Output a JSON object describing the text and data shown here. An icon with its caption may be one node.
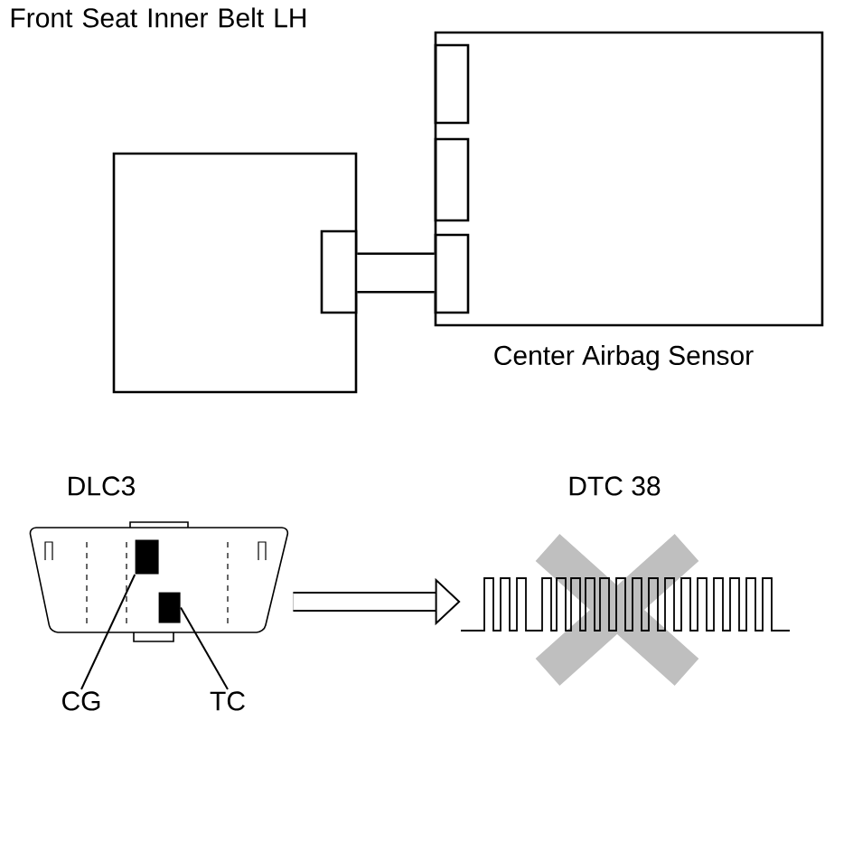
{
  "diagram": {
    "nodes": [
      {
        "text": [
          "Front Seat Inner Belt LH"
        ]
      },
      {
        "text": [
          "Center Airbag Sensor"
        ]
      },
      {
        "text": [
          "DLC3"
        ]
      },
      {
        "text": [
          "CG"
        ]
      },
      {
        "text": [
          "TC"
        ]
      },
      {
        "text": [],
        "shape": "box",
        "in": 2
      },
      {
        "text": [],
        "shape": "box",
        "in": 2
      },
      {
        "text": [
          "DTC 38"
        ]
      }
    ],
    "edges": [
      {
        "from": 0,
        "to": 1,
        "arrow": "none",
        "style": "thick"
      },
      {
        "from": 2,
        "to": 7,
        "arrow": "to",
        "style": "thick"
      },
      {
        "from": 3,
        "to": 5,
        "arrow": "none"
      },
      {
        "from": 4,
        "to": 6,
        "arrow": "none"
      }
    ]
  }
}
